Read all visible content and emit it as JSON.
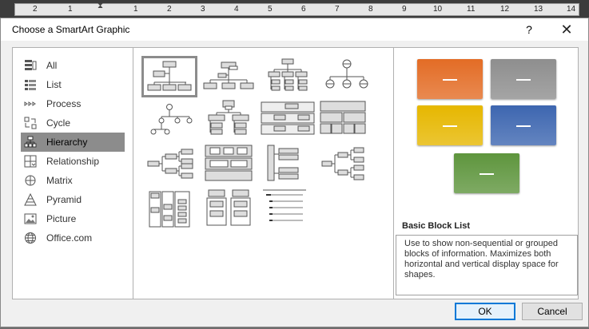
{
  "ruler": {
    "labels": [
      "2",
      "1",
      "",
      "1",
      "2",
      "3",
      "4",
      "5",
      "6",
      "7",
      "8",
      "9",
      "10",
      "11",
      "12",
      "13",
      "14"
    ]
  },
  "dialog": {
    "title": "Choose a SmartArt Graphic",
    "help_label": "?",
    "close_label": "✕"
  },
  "categories": [
    {
      "label": "All",
      "icon": "all-icon"
    },
    {
      "label": "List",
      "icon": "list-icon"
    },
    {
      "label": "Process",
      "icon": "process-icon"
    },
    {
      "label": "Cycle",
      "icon": "cycle-icon"
    },
    {
      "label": "Hierarchy",
      "icon": "hierarchy-icon",
      "selected": true
    },
    {
      "label": "Relationship",
      "icon": "relationship-icon"
    },
    {
      "label": "Matrix",
      "icon": "matrix-icon"
    },
    {
      "label": "Pyramid",
      "icon": "pyramid-icon"
    },
    {
      "label": "Picture",
      "icon": "picture-icon"
    },
    {
      "label": "Office.com",
      "icon": "globe-icon"
    }
  ],
  "preview": {
    "colors": [
      "#e36c25",
      "#8e8e8e",
      "#e6b700",
      "#3d66b0",
      "#5e953d"
    ],
    "layout_name": "Basic Block List",
    "description": "Use to show non-sequential or grouped blocks of information. Maximizes both horizontal and vertical display space for shapes."
  },
  "buttons": {
    "ok_label": "OK",
    "cancel_label": "Cancel"
  }
}
